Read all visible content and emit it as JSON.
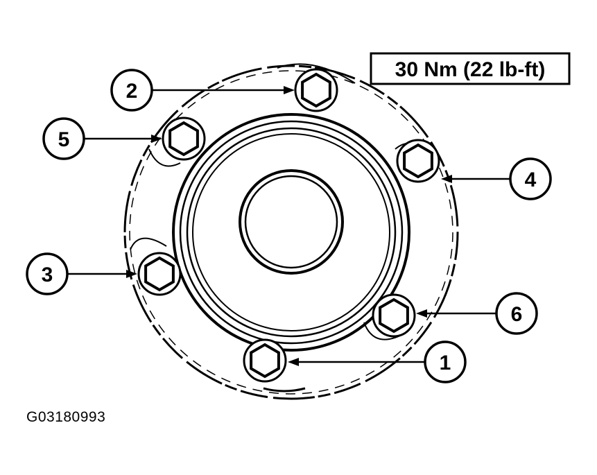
{
  "torque_spec": "30 Nm (22 lb-ft)",
  "figure_code": "G03180993",
  "bolt_sequence": [
    {
      "number": "1"
    },
    {
      "number": "2"
    },
    {
      "number": "3"
    },
    {
      "number": "4"
    },
    {
      "number": "5"
    },
    {
      "number": "6"
    }
  ],
  "colors": {
    "ink": "#000000",
    "background": "#ffffff"
  }
}
